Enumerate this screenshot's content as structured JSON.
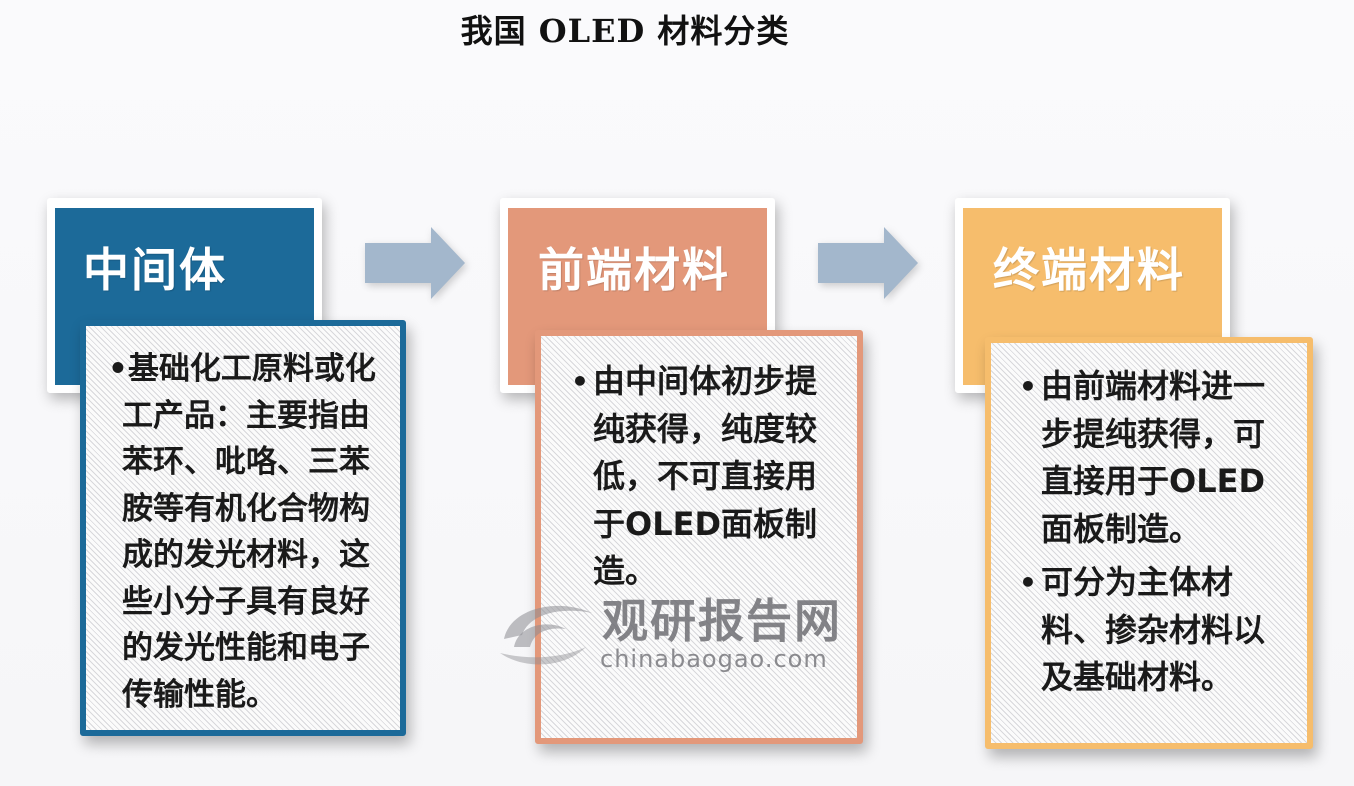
{
  "title": "我国 OLED 材料分类",
  "colors": {
    "intermediate": "#1c6a99",
    "front_end": "#e3987a",
    "terminal": "#f6bd6c",
    "arrow": "#a3b7cc"
  },
  "stages": [
    {
      "label": "中间体",
      "bullets": [
        "基础化工原料或化工产品：主要指由苯环、吡咯、三苯胺等有机化合物构成的发光材料，这些小分子具有良好的发光性能和电子传输性能。"
      ],
      "lines": [
        "•基础化工原料或化",
        "工产品：主要指由",
        "苯环、吡咯、三苯",
        "胺等有机化合物构",
        "成的发光材料，这",
        "些小分子具有良好",
        "的发光性能和电子",
        "传输性能。"
      ]
    },
    {
      "label": "前端材料",
      "bullets": [
        "由中间体初步提纯获得，纯度较低，不可直接用于OLED面板制造。"
      ],
      "lines": [
        "由中间体初步提",
        "纯获得，纯度较",
        "低，不可直接用",
        "于OLED面板制",
        "造。"
      ]
    },
    {
      "label": "终端材料",
      "bullets": [
        "由前端材料进一步提纯获得，可直接用于OLED面板制造。",
        "可分为主体材料、掺杂材料以及基础材料。"
      ],
      "lines_1": [
        "由前端材料进一",
        "步提纯获得，可",
        "直接用于OLED",
        "面板制造。"
      ],
      "lines_2": [
        "可分为主体材",
        "料、掺杂材料以",
        "及基础材料。"
      ]
    }
  ],
  "arrows": [
    "right-arrow",
    "right-arrow"
  ],
  "watermark": {
    "cn": "观研报告网",
    "en": "chinabaogao.com"
  }
}
